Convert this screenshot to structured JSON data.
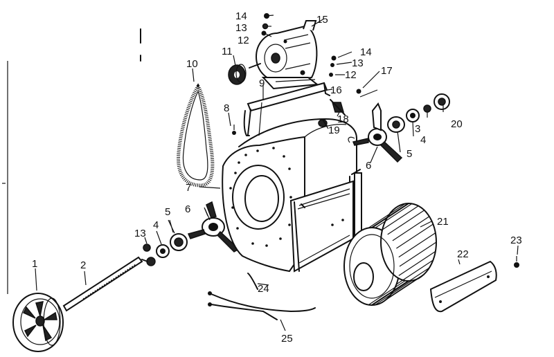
{
  "diagram": {
    "callouts": [
      {
        "key": "1",
        "text": "1"
      },
      {
        "key": "2",
        "text": "2"
      },
      {
        "key": "3",
        "text": "3"
      },
      {
        "key": "4a",
        "text": "4"
      },
      {
        "key": "4b",
        "text": "4"
      },
      {
        "key": "5a",
        "text": "5"
      },
      {
        "key": "5b",
        "text": "5"
      },
      {
        "key": "6a",
        "text": "6"
      },
      {
        "key": "6b",
        "text": "6"
      },
      {
        "key": "7",
        "text": "7"
      },
      {
        "key": "8",
        "text": "8"
      },
      {
        "key": "9",
        "text": "9"
      },
      {
        "key": "10",
        "text": "10"
      },
      {
        "key": "11",
        "text": "11"
      },
      {
        "key": "12a",
        "text": "12"
      },
      {
        "key": "12b",
        "text": "12"
      },
      {
        "key": "13a",
        "text": "13"
      },
      {
        "key": "13b",
        "text": "13"
      },
      {
        "key": "13c",
        "text": "13"
      },
      {
        "key": "14a",
        "text": "14"
      },
      {
        "key": "14b",
        "text": "14"
      },
      {
        "key": "15",
        "text": "15"
      },
      {
        "key": "16",
        "text": "16"
      },
      {
        "key": "17",
        "text": "17"
      },
      {
        "key": "18",
        "text": "18"
      },
      {
        "key": "19",
        "text": "19"
      },
      {
        "key": "20",
        "text": "20"
      },
      {
        "key": "21",
        "text": "21"
      },
      {
        "key": "22",
        "text": "22"
      },
      {
        "key": "23",
        "text": "23"
      },
      {
        "key": "24",
        "text": "24"
      },
      {
        "key": "25",
        "text": "25"
      }
    ]
  }
}
